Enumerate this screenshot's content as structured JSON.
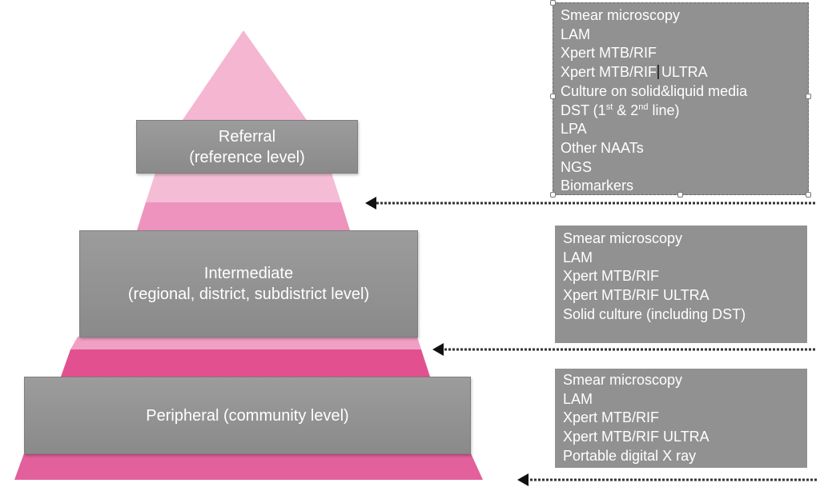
{
  "colors": {
    "pyramid_light": "#f4b6d0",
    "pyramid_mid": "#ee8fba",
    "pyramid_dark": "#e2508f",
    "box_gray": "#919191",
    "arrow": "#333333"
  },
  "levels": [
    {
      "line1": "Referral",
      "line2": "(reference level)"
    },
    {
      "line1": "Intermediate",
      "line2": "(regional, district, subdistrict level)"
    },
    {
      "line1": "Peripheral (community level)"
    }
  ],
  "tests": {
    "referral": {
      "items": [
        "Smear microscopy",
        "LAM",
        "Xpert MTB/RIF",
        "Culture on solid&liquid media",
        "LPA",
        "Other NAATs",
        "NGS",
        "Biomarkers"
      ],
      "ultra_prefix": "Xpert MTB/RIF",
      "ultra_suffix": "ULTRA",
      "dst_prefix": "DST (1",
      "dst_sup1": "st",
      "dst_mid": " & 2",
      "dst_sup2": "nd",
      "dst_suffix": " line)"
    },
    "intermediate": {
      "items": [
        "Smear microscopy",
        "LAM",
        "Xpert MTB/RIF",
        "Xpert MTB/RIF ULTRA",
        "Solid culture (including DST)"
      ]
    },
    "peripheral": {
      "items": [
        "Smear microscopy",
        "LAM",
        "Xpert MTB/RIF",
        "Xpert MTB/RIF ULTRA",
        "Portable digital X ray"
      ]
    }
  }
}
